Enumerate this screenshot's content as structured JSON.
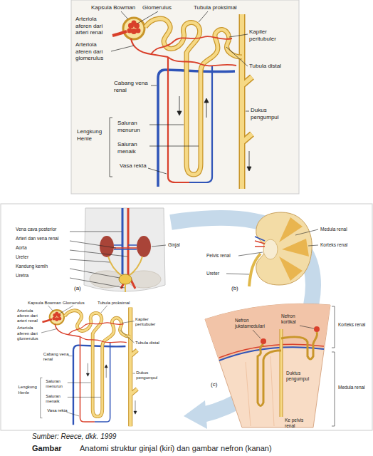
{
  "diagram": {
    "caption": "Anatomi struktur ginjal (kiri) dan gambar nefron (kanan)",
    "labels": [
      "Kapsula Bowman",
      "Glomerulus",
      "Tubula proksimal",
      "Arteriola aferen dari arteri renal",
      "Kapiler peritubuler",
      "Arteriola aferen dari glomerulus",
      "Tubula distal",
      "Cabang vena renal",
      "Dukus pengumpul",
      "Lengkung Henle",
      "Saluran menurun",
      "Saluran menaik",
      "Vasa rekta",
      "Vena cava posterior",
      "Arteri dan vena renal",
      "Aorta",
      "Ureter",
      "Kandung kemih",
      "Uretra",
      "Ginjal",
      "(a)",
      "Medula renal",
      "Korteks renal",
      "Pelvis renal",
      "Ureter",
      "(b)",
      "Kapsula Bowman",
      "Glomerulus",
      "Tubula proksimal",
      "Arteriola aferen dari arteri renal",
      "Kapiler peritubuler",
      "Arteriola aferen dari glomerulus",
      "Tubula distal",
      "Cabang vena renal",
      "Dukus pengumpul",
      "Lengkung Henle",
      "Saluran menurun",
      "Saluran menaik",
      "Vasa rekta",
      "Nefron jukstamedulari",
      "Nefron kortikal",
      "Korteks renal",
      "Duktus pengumpul",
      "Medula renal",
      "Ke pelvis renal",
      "(c)",
      "Sumber: Reece, dkk. 1999",
      "Gambar"
    ]
  }
}
